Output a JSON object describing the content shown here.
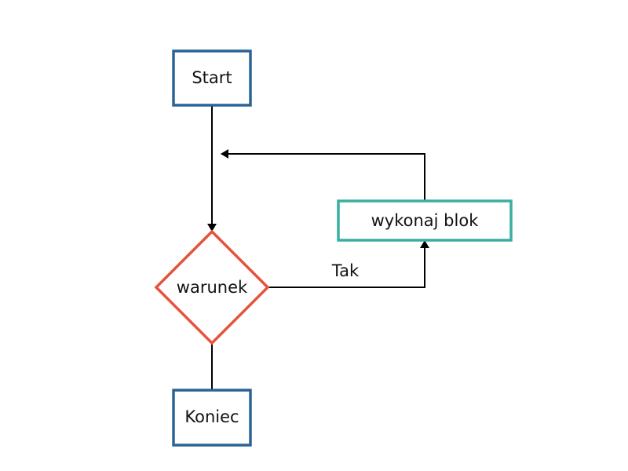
{
  "flowchart": {
    "nodes": {
      "start": {
        "label": "Start",
        "shape": "rectangle",
        "color": "#2a6496"
      },
      "condition": {
        "label": "warunek",
        "shape": "diamond",
        "color": "#e5533d"
      },
      "action": {
        "label": "wykonaj blok",
        "shape": "rectangle",
        "color": "#3aaea0"
      },
      "end": {
        "label": "Koniec",
        "shape": "rectangle",
        "color": "#2a6496"
      }
    },
    "edges": {
      "yes_label": "Tak"
    },
    "line_color": "#000000"
  }
}
